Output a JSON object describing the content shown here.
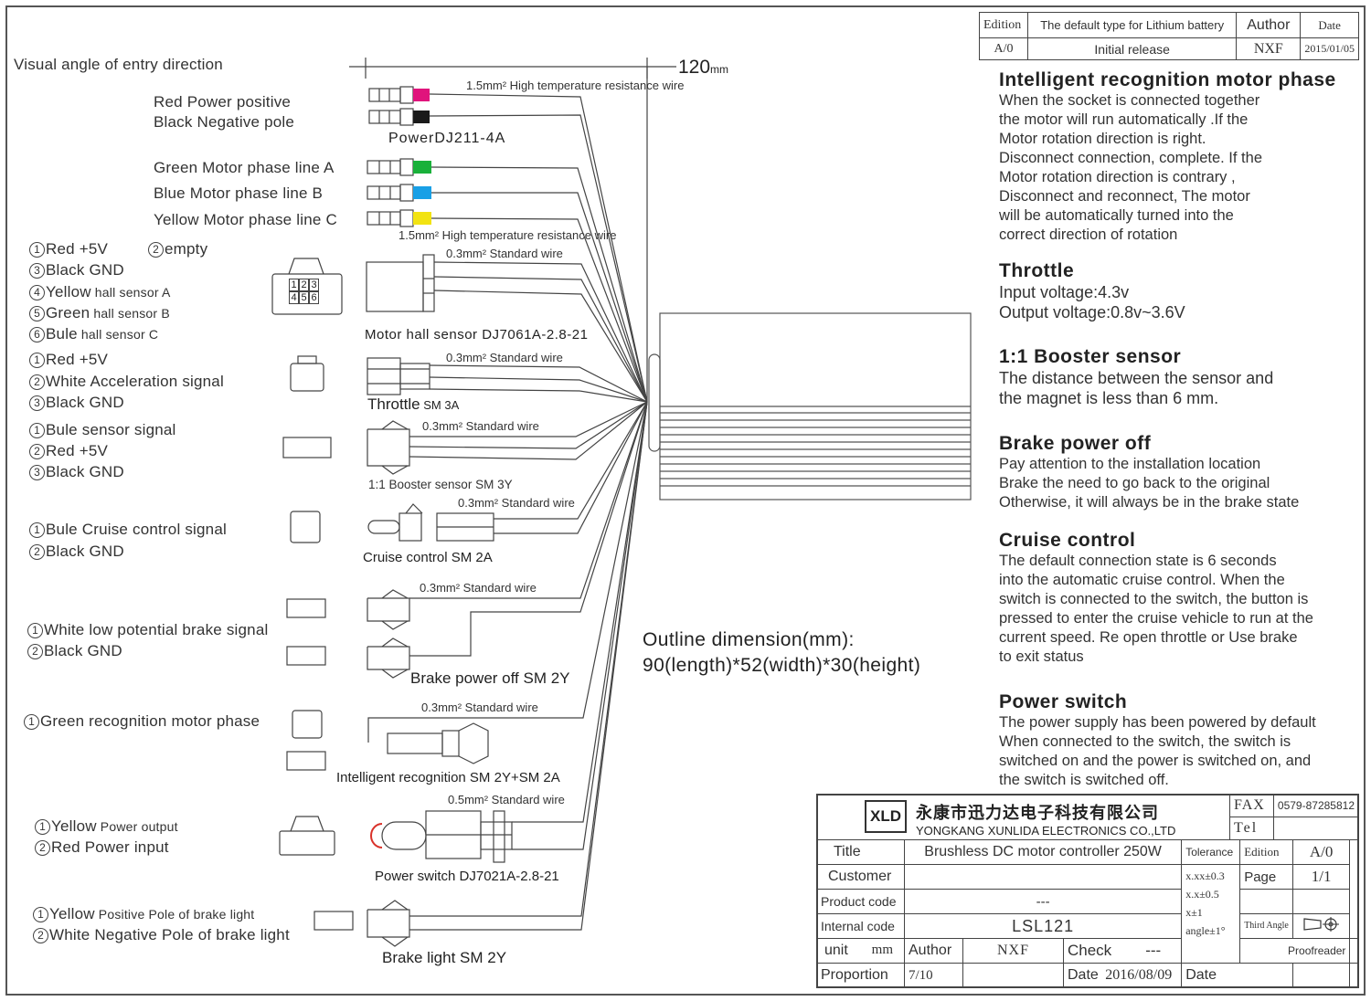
{
  "header_table": {
    "edition_label": "Edition",
    "default_type": "The default type for Lithium battery",
    "author_label": "Author",
    "date_label": "Date",
    "edition_value": "A/0",
    "release": "Initial release",
    "author_value": "NXF",
    "date_value": "2015/01/05"
  },
  "view_label": "Visual angle of entry direction",
  "dimension_label": "120",
  "dimension_unit": "mm",
  "power": {
    "red": "Red   Power positive",
    "black": "Black  Negative pole",
    "wire": "1.5mm² High temperature resistance wire",
    "name": "PowerDJ211-4A"
  },
  "phase": {
    "green": "Green Motor phase line A",
    "blue": "Blue  Motor phase line B",
    "yellow": "Yellow  Motor phase line C",
    "wire": "1.5mm² High temperature resistance wire"
  },
  "hall": {
    "p1": "Red +5V",
    "p2": "empty",
    "p3": "Black GND",
    "p4a": "Yellow",
    "p4b": " hall sensor A",
    "p5a": "Green",
    "p5b": " hall sensor B",
    "p6a": "Bule",
    "p6b": " hall sensor C",
    "wire": "0.3mm² Standard wire",
    "name": "Motor hall sensor DJ7061A-2.8-21",
    "pins": [
      "1",
      "2",
      "3",
      "4",
      "5",
      "6"
    ]
  },
  "throttle": {
    "p1": "Red  +5V",
    "p2": "White Acceleration signal",
    "p3": "Black GND",
    "wire": "0.3mm² Standard wire",
    "name": "Throttle",
    "sub": " SM 3A"
  },
  "booster": {
    "p1": "Bule sensor signal",
    "p2": "Red +5V",
    "p3": "Black GND",
    "wire": "0.3mm² Standard wire",
    "name": "1:1 Booster sensor SM 3Y"
  },
  "cruise": {
    "p1": "Bule Cruise control signal",
    "p2": "Black GND",
    "wire": "0.3mm² Standard wire",
    "name": "Cruise control SM 2A"
  },
  "brake": {
    "p1": "White  low potential brake signal",
    "p2": "Black GND",
    "wire": "0.3mm² Standard wire",
    "name": "Brake power off SM 2Y"
  },
  "recog": {
    "p1": "Green  recognition motor phase",
    "wire": "0.3mm² Standard wire",
    "name": "Intelligent recognition SM 2Y+SM 2A"
  },
  "pswitch": {
    "p1a": "Yellow",
    "p1b": " Power output",
    "p2a": "Red",
    "p2b": " Power input",
    "wire": "0.5mm² Standard wire",
    "name": "Power switch DJ7021A-2.8-21"
  },
  "brakelight": {
    "p1a": "Yellow",
    "p1b": " Positive Pole of brake light",
    "p2": "White Negative Pole of brake light",
    "name": "Brake light SM 2Y"
  },
  "outline": {
    "title": "Outline dimension(mm):",
    "value": "90(length)*52(width)*30(height)"
  },
  "sections": [
    {
      "title": "Intelligent recognition motor phase",
      "lines": [
        "When the socket is connected together",
        "the motor will run automatically .If the",
        "Motor rotation direction is right.",
        "Disconnect connection, complete. If the",
        "Motor rotation direction  is contrary ,",
        "Disconnect and reconnect, The motor",
        "will be automatically turned into the",
        "correct direction of rotation"
      ]
    },
    {
      "title": "Throttle",
      "lines": [
        "Input voltage:4.3v",
        "Output voltage:0.8v~3.6V"
      ]
    },
    {
      "title": "1:1 Booster sensor",
      "lines": [
        "The distance between the sensor and",
        " the magnet is less than 6 mm."
      ]
    },
    {
      "title": "Brake power off",
      "lines": [
        "Pay attention to the installation location",
        "Brake the need to go back to the original",
        "Otherwise, it will always be in the brake state"
      ]
    },
    {
      "title": "Cruise control",
      "lines": [
        "The default connection state is 6 seconds",
        "into the automatic cruise control. When the",
        " switch is connected to the switch, the button is",
        " pressed to enter the cruise vehicle to run at the",
        " current speed. Re open throttle or Use brake",
        "to exit status"
      ]
    },
    {
      "title": "Power switch",
      "lines": [
        "The power supply has been powered by default",
        "When connected to the switch, the switch is",
        " switched on and the power is switched on, and",
        " the switch is switched off."
      ]
    }
  ],
  "titleblock": {
    "logo": "XLD",
    "company_cn": "永康市迅力达电子科技有限公司",
    "company_en": "YONGKANG XUNLIDA ELECTRONICS CO.,LTD",
    "fax_label": "FAX",
    "fax_value": "0579-87285812",
    "tel_label": "Tel",
    "title_label": "Title",
    "title_value": "Brushless DC motor controller 250W",
    "tolerance_label": "Tolerance",
    "edition_label": "Edition",
    "edition_value": "A/0",
    "customer_label": "Customer",
    "tol1": "x.xx±0.3",
    "tol2": "x.x±0.5",
    "tol3": "x±1",
    "tol4": "angle±1°",
    "page_label": "Page",
    "page_value": "1/1",
    "product_code_label": "Product code",
    "product_code_value": "---",
    "internal_code_label": "Internal code",
    "internal_code_value": "LSL121",
    "third_angle": "Third Angle",
    "unit_label": "unit",
    "unit_value": "mm",
    "author_label": "Author",
    "author_value": "NXF",
    "check_label": "Check",
    "check_value": "---",
    "proofreader_label": "Proofreader",
    "proportion_label": "Proportion",
    "proportion_value": "7/10",
    "date_label": "Date",
    "date_value": "2016/08/09",
    "date_label2": "Date"
  },
  "colors": {
    "power_red": "#e0147c",
    "power_black": "#1a1a1a",
    "phase_green": "#19b13a",
    "phase_blue": "#19a0e6",
    "phase_yellow": "#f2e312",
    "line": "#444444"
  }
}
